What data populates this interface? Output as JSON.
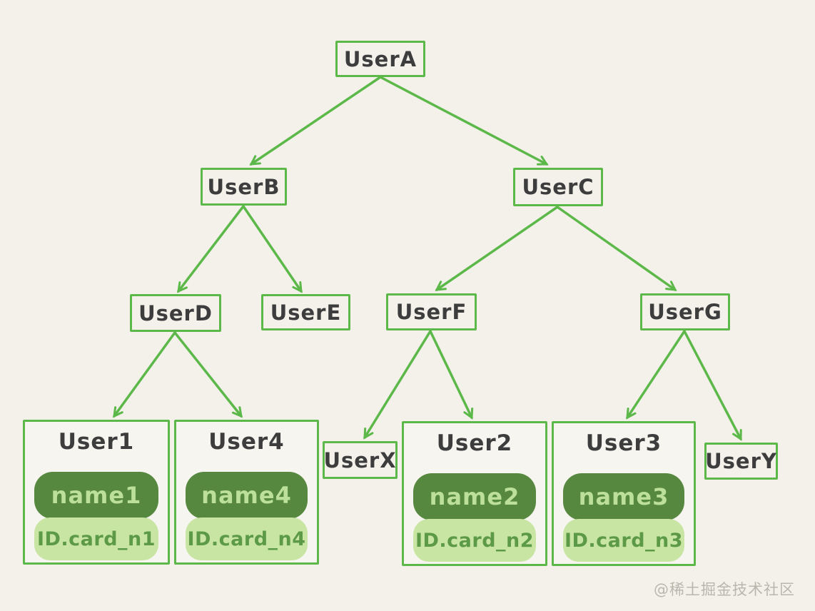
{
  "colors": {
    "background": "#f3f1ea",
    "green": "#5cb849",
    "dark-pill": "#56883f",
    "light-pill": "#c8e5a3",
    "dark-pill-text": "#bcdf9a",
    "light-pill-text": "#5d9a47",
    "label-text": "#3d3d3d",
    "watermark": "#b9b6ac"
  },
  "nodes": {
    "userA": {
      "label": "UserA"
    },
    "userB": {
      "label": "UserB"
    },
    "userC": {
      "label": "UserC"
    },
    "userD": {
      "label": "UserD"
    },
    "userE": {
      "label": "UserE"
    },
    "userF": {
      "label": "UserF"
    },
    "userG": {
      "label": "UserG"
    },
    "userX": {
      "label": "UserX"
    },
    "userY": {
      "label": "UserY"
    }
  },
  "cards": {
    "user1": {
      "title": "User1",
      "name": "name1",
      "id_card": "ID.card_n1"
    },
    "user4": {
      "title": "User4",
      "name": "name4",
      "id_card": "ID.card_n4"
    },
    "user2": {
      "title": "User2",
      "name": "name2",
      "id_card": "ID.card_n2"
    },
    "user3": {
      "title": "User3",
      "name": "name3",
      "id_card": "ID.card_n3"
    }
  },
  "diagram": {
    "type": "tree",
    "edges": [
      [
        "UserA",
        "UserB"
      ],
      [
        "UserA",
        "UserC"
      ],
      [
        "UserB",
        "UserD"
      ],
      [
        "UserB",
        "UserE"
      ],
      [
        "UserC",
        "UserF"
      ],
      [
        "UserC",
        "UserG"
      ],
      [
        "UserD",
        "User1"
      ],
      [
        "UserD",
        "User4"
      ],
      [
        "UserF",
        "UserX"
      ],
      [
        "UserF",
        "User2"
      ],
      [
        "UserG",
        "User3"
      ],
      [
        "UserG",
        "UserY"
      ]
    ]
  },
  "watermark": "@稀土掘金技术社区"
}
